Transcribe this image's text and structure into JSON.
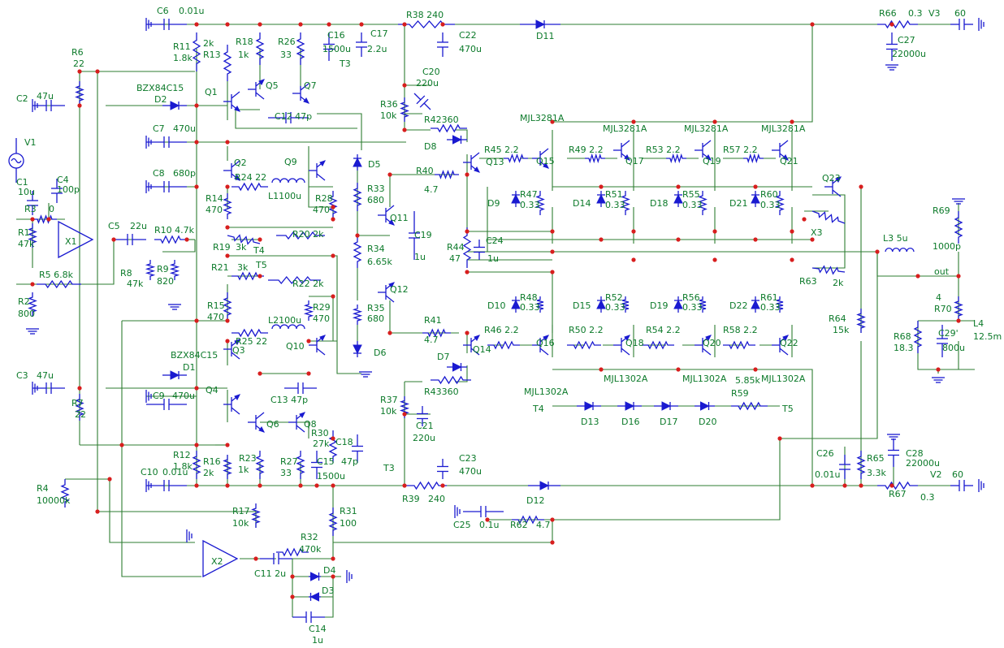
{
  "labels": {
    "C6": "C6",
    "C6v": "0.01u",
    "R38": "R38 240",
    "C22": "C22",
    "C22v": "470u",
    "D11": "D11",
    "R66": "R66",
    "R66v": "0.3",
    "V3": "V3",
    "V3v": "60",
    "R11": "R11",
    "R11v": "1.8k",
    "R13": "R13",
    "R13v": "2k",
    "R18": "R18",
    "R18v": "1k",
    "R26": "R26",
    "R26v": "33",
    "C16": "C16",
    "C16v": "1500u",
    "C17": "C17",
    "C17v": "2.2u",
    "T3a": "T3",
    "C27": "C27",
    "C27v": "22000u",
    "R6": "R6",
    "R6v": "22",
    "C2": "C2",
    "C2v": "47u",
    "BZX1": "BZX84C15",
    "D2": "D2",
    "Q1": "Q1",
    "Q5": "Q5",
    "Q7": "Q7",
    "C20": "C20",
    "C20v": "220u",
    "R36": "R36",
    "R36v": "10k",
    "R42": "R42360",
    "C12": "C12 47p",
    "C7": "C7",
    "C7v": "470u",
    "V1": "V1",
    "MJL1": "MJL3281A",
    "MJL2": "MJL3281A",
    "MJL3": "MJL3281A",
    "MJL4": "MJL3281A",
    "D8": "D8",
    "R45": "R45 2.2",
    "R49": "R49 2.2",
    "R53": "R53 2.2",
    "R57": "R57 2.2",
    "C8": "C8",
    "C8v": "680p",
    "Q2": "Q2",
    "R24": "R24 22",
    "Q9": "Q9",
    "D5": "D5",
    "R40": "R40",
    "R40v": "4.7",
    "Q13": "Q13",
    "Q15": "Q15",
    "Q17": "Q17",
    "Q19": "Q19",
    "Q21": "Q21",
    "Q23": "Q23",
    "C1": "C1",
    "C1v": "10u",
    "C4": "C4",
    "C4v": "100p",
    "R3": "R3",
    "R3v": "0",
    "L1": "L1100u",
    "R14": "R14",
    "R14v": "470",
    "R28": "R28",
    "R28v": "470",
    "R33": "R33",
    "R33v": "680",
    "D9": "D9",
    "R47": "R47",
    "R47v": "0.33",
    "D14": "D14",
    "R51": "R51",
    "R51v": "0.33",
    "D18": "D18",
    "R55": "R55",
    "R55v": "0.33",
    "D21": "D21",
    "R60": "R60",
    "R60v": "0.33",
    "R1": "R1",
    "R1v": "47k",
    "X1": "X1",
    "C5": "C5",
    "C5v": "22u",
    "R10": "R10 4.7k",
    "Q11": "Q11",
    "R69": "R69",
    "R69v": "1000p",
    "X3": "X3",
    "L3": "L3 5u",
    "R19": "R19",
    "R19v": "3k",
    "R20": "R20 2k",
    "T4a": "T4",
    "C19": "C19",
    "C19v": "1u",
    "R44": "R44",
    "R44v": "47",
    "C24": "C24",
    "C24v": "1u",
    "R34": "R34",
    "R34v": "6.65k",
    "R8": "R8",
    "R8v": "47k",
    "R9": "R9",
    "R9v": "820",
    "R5": "R5 6.8k",
    "R21": "R21",
    "R21v": "3k",
    "T5a": "T5",
    "R22": "R22 2k",
    "R63": "R63",
    "R63v": "2k",
    "out": "out",
    "R2": "R2",
    "R2v": "800",
    "R15": "R15",
    "R15v": "470",
    "R29": "R29",
    "R29v": "470",
    "Q12": "Q12",
    "R35": "R35",
    "R35v": "680",
    "D10": "D10",
    "R48": "R48",
    "R48v": "0.33",
    "D15": "D15",
    "R52": "R52",
    "R52v": "0.33",
    "D19": "D19",
    "R56": "R56",
    "R56v": "0.33",
    "D22": "D22",
    "R61": "R61",
    "R61v": "0.33",
    "R70": "R70",
    "R70v": "4",
    "R64": "R64",
    "R64v": "15k",
    "R68": "R68",
    "R68v": "18.3",
    "C29": "C29'",
    "C29v": "800u",
    "L4": "L4",
    "L4v": "12.5m",
    "R25": "R25 22",
    "L2": "L2100u",
    "Q10": "Q10",
    "R41": "R41",
    "R41v": "4.7",
    "R46": "R46 2.2",
    "Q14": "Q14",
    "Q16": "Q16",
    "R50": "R50 2.2",
    "Q18": "Q18",
    "R54": "R54 2.2",
    "Q20": "Q20",
    "R58": "R58 2.2",
    "Q22": "Q22",
    "BZX2": "BZX84C15",
    "Q3": "Q3",
    "D6": "D6",
    "D7": "D7",
    "D1": "D1",
    "MJL5": "MJL1302A",
    "MJL6": "MJL1302A",
    "MJL7": "MJL1302A",
    "R59v": "5.85k",
    "C3": "C3",
    "C3v": "47u",
    "R43": "R43360",
    "MJL8": "MJL1302A",
    "C9": "C9",
    "C9v": "470u",
    "Q4": "Q4",
    "C13": "C13 47p",
    "R37": "R37",
    "R37v": "10k",
    "T4b": "T4",
    "D13": "D13",
    "D16": "D16",
    "D17": "D17",
    "D20": "D20",
    "R59": "R59",
    "T5b": "T5",
    "R7": "R7",
    "R7v": "22",
    "Q6": "Q6",
    "Q8": "Q8",
    "R30": "R30",
    "R30v": "27k",
    "C18": "C18",
    "C18v": "47p",
    "C21": "C21",
    "C21v": "220u",
    "C28": "C28",
    "C28v": "22000u",
    "R12": "R12",
    "R12v": "1.8k",
    "R16": "R16",
    "R16v": "2k",
    "R23": "R23",
    "R23v": "1k",
    "R27": "R27",
    "R27v": "33",
    "C15": "C15",
    "C15v": "1500u",
    "T3b": "T3",
    "C23": "C23",
    "C23v": "470u",
    "C26": "C26",
    "C26v": "0.01u",
    "R65": "R65",
    "R65v": "3.3k",
    "V2": "V2",
    "V2v": "60",
    "C10": "C10",
    "C10v": "0.01u",
    "R39": "R39",
    "R39v": "240",
    "D12": "D12",
    "R67": "R67",
    "R67v": "0.3",
    "R4": "R4",
    "R4v": "10000k",
    "R17": "R17",
    "R17v": "10k",
    "R31": "R31",
    "R31v": "100",
    "C25": "C25",
    "C25v": "0.1u",
    "R62": "R62",
    "R62v": "4.7",
    "X2": "X2",
    "R32": "R32",
    "R32v": "470k",
    "D4": "D4",
    "C11": "C11 2u",
    "D3": "D3",
    "C14": "C14",
    "C14v": "1u"
  },
  "colors": {
    "wire": "#2e7d32",
    "component": "#1a1ad0",
    "junction": "#d81e1e",
    "text": "#0c7a2a",
    "background": "#ffffff"
  }
}
